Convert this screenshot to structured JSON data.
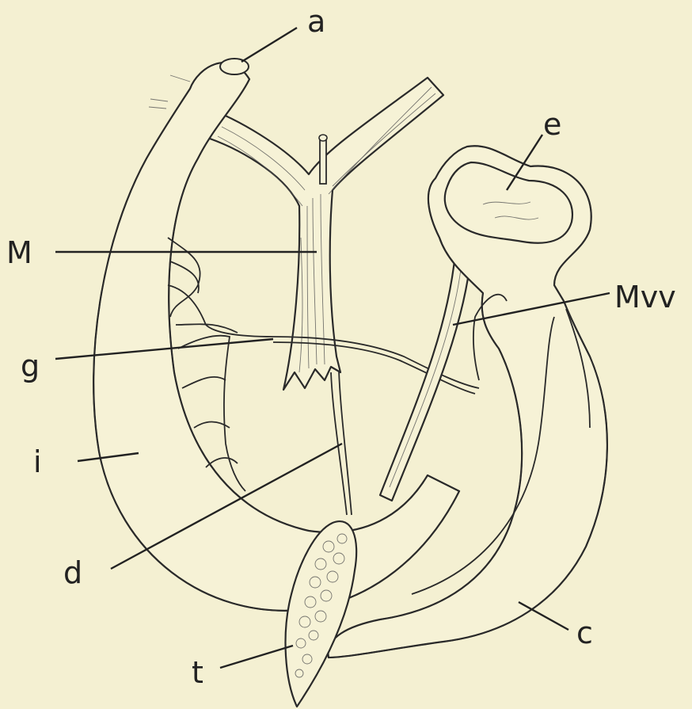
{
  "labels": {
    "a": "a",
    "e": "e",
    "M": "M",
    "Mvv": "Mvv",
    "g": "g",
    "i": "i",
    "d": "d",
    "c": "c",
    "t": "t"
  },
  "colors": {
    "paper": "#f4f0d2",
    "ink": "#222222"
  }
}
